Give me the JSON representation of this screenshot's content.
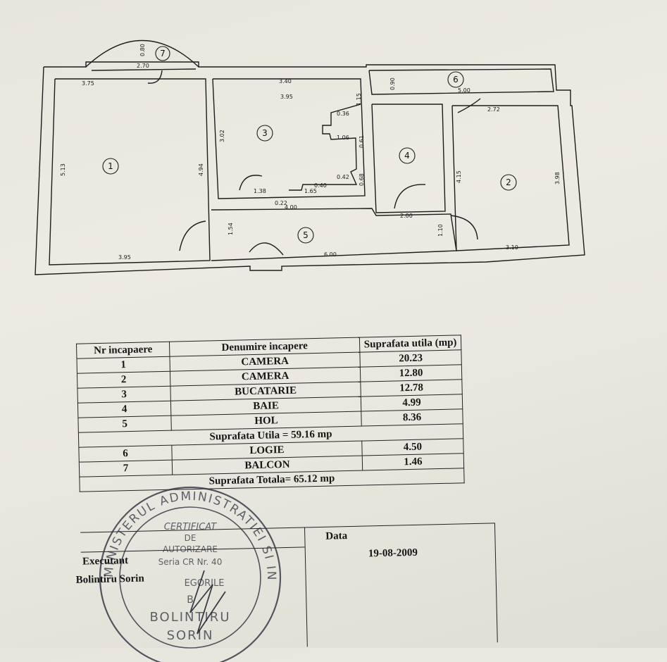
{
  "plan": {
    "rooms": [
      "1",
      "2",
      "3",
      "4",
      "5",
      "6",
      "7"
    ],
    "dimensions": [
      "0.80",
      "2.70",
      "3.75",
      "3.40",
      "3.95",
      "1.15",
      "0.36",
      "1.06",
      "0.61",
      "0.42",
      "0.40",
      "1.65",
      "0.68",
      "1.38",
      "0.22",
      "4.00",
      "3.02",
      "5.13",
      "4.94",
      "1.54",
      "3.95",
      "6.00",
      "0.90",
      "5.00",
      "2.72",
      "4.15",
      "3.98",
      "2.00",
      "1.10",
      "3.10"
    ]
  },
  "table": {
    "headers": {
      "nr": "Nr incapaere",
      "name": "Denumire incapere",
      "area": "Suprafata utila (mp)"
    },
    "rows": [
      {
        "nr": "1",
        "name": "CAMERA",
        "area": "20.23"
      },
      {
        "nr": "2",
        "name": "CAMERA",
        "area": "12.80"
      },
      {
        "nr": "3",
        "name": "BUCATARIE",
        "area": "12.78"
      },
      {
        "nr": "4",
        "name": "BAIE",
        "area": "4.99"
      },
      {
        "nr": "5",
        "name": "HOL",
        "area": "8.36"
      }
    ],
    "useful_total": "Suprafata Utila = 59.16 mp",
    "rows2": [
      {
        "nr": "6",
        "name": "LOGIE",
        "area": "4.50"
      },
      {
        "nr": "7",
        "name": "BALCON",
        "area": "1.46"
      }
    ],
    "grand_total": "Suprafata Totala= 65.12 mp"
  },
  "footer": {
    "executant": "Executant",
    "name": "Bolintiru Sorin",
    "data_label": "Data",
    "date": "19-08-2009"
  },
  "stamp": {
    "ring_text": "MINISTERUL ADMINISTRATIEI SI INTERNELOR PUBLICE",
    "lines": [
      "CERTIFICAT",
      "DE",
      "AUTORIZARE",
      "Seria CR Nr. 40",
      "EGORILE",
      "B",
      "BOLINTIRU",
      "SORIN"
    ]
  }
}
